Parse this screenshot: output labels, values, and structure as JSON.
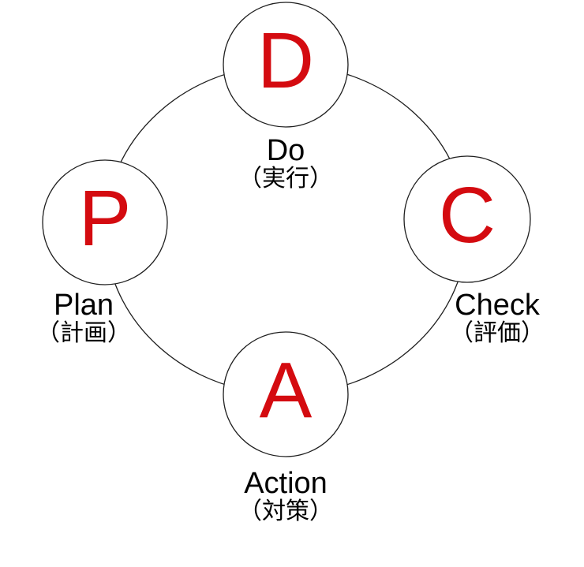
{
  "diagram": {
    "type": "cycle",
    "colors": {
      "letter_red": "#d40b10",
      "stroke": "#1f1f1f",
      "background": "#ffffff"
    },
    "nodes": [
      {
        "id": "do",
        "letter": "D",
        "label_en": "Do",
        "label_ja": "（実行）",
        "position": "top"
      },
      {
        "id": "plan",
        "letter": "P",
        "label_en": "Plan",
        "label_ja": "（計画）",
        "position": "left"
      },
      {
        "id": "check",
        "letter": "C",
        "label_en": "Check",
        "label_ja": "（評価）",
        "position": "right"
      },
      {
        "id": "action",
        "letter": "A",
        "label_en": "Action",
        "label_ja": "（対策）",
        "position": "bottom"
      }
    ]
  }
}
